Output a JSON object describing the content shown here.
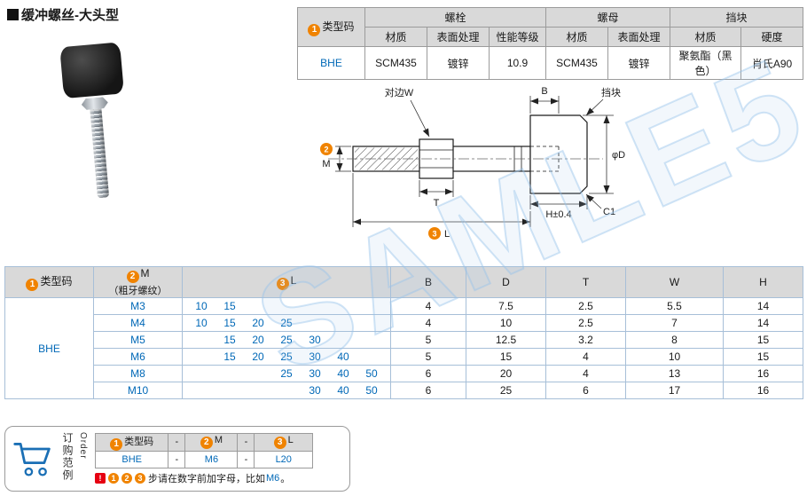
{
  "page": {
    "title": "缓冲螺丝-大头型",
    "watermark": "SAMLE5"
  },
  "spec_table": {
    "type_code_header": {
      "num": "1",
      "label": "类型码"
    },
    "groups": [
      {
        "label": "螺栓"
      },
      {
        "label": "螺母"
      },
      {
        "label": "挡块"
      }
    ],
    "subheaders": [
      "材质",
      "表面处理",
      "性能等级",
      "材质",
      "表面处理",
      "材质",
      "硬度"
    ],
    "row": {
      "type_code": "BHE",
      "values": [
        "SCM435",
        "镀锌",
        "10.9",
        "SCM435",
        "镀锌",
        "聚氨酯（黑色）",
        "肖氏A90"
      ]
    }
  },
  "drawing": {
    "labels": {
      "w": "对边W",
      "b": "B",
      "block": "挡块",
      "d": "φD",
      "t": "T",
      "l": "L",
      "h": "H±0.4",
      "c1": "C1",
      "m": "M"
    },
    "nums": {
      "m": "2",
      "l": "3"
    }
  },
  "dim_table": {
    "headers": {
      "type": {
        "num": "1",
        "label": "类型码"
      },
      "m": {
        "num": "2",
        "label": "M",
        "sub": "（粗牙螺纹）"
      },
      "l": {
        "num": "3",
        "label": "L"
      },
      "b": "B",
      "d": "D",
      "t": "T",
      "w": "W",
      "h": "H"
    },
    "type_code": "BHE",
    "rows": [
      {
        "m": "M3",
        "l": [
          "10",
          "15",
          "",
          "",
          "",
          "",
          ""
        ],
        "b": "4",
        "d": "7.5",
        "t": "2.5",
        "w": "5.5",
        "h": "14"
      },
      {
        "m": "M4",
        "l": [
          "10",
          "15",
          "20",
          "25",
          "",
          "",
          ""
        ],
        "b": "4",
        "d": "10",
        "t": "2.5",
        "w": "7",
        "h": "14"
      },
      {
        "m": "M5",
        "l": [
          "",
          "15",
          "20",
          "25",
          "30",
          "",
          ""
        ],
        "b": "5",
        "d": "12.5",
        "t": "3.2",
        "w": "8",
        "h": "15"
      },
      {
        "m": "M6",
        "l": [
          "",
          "15",
          "20",
          "25",
          "30",
          "40",
          ""
        ],
        "b": "5",
        "d": "15",
        "t": "4",
        "w": "10",
        "h": "15"
      },
      {
        "m": "M8",
        "l": [
          "",
          "",
          "",
          "25",
          "30",
          "40",
          "50"
        ],
        "b": "6",
        "d": "20",
        "t": "4",
        "w": "13",
        "h": "16"
      },
      {
        "m": "M10",
        "l": [
          "",
          "",
          "",
          "",
          "30",
          "40",
          "50"
        ],
        "b": "6",
        "d": "25",
        "t": "6",
        "w": "17",
        "h": "16"
      }
    ]
  },
  "order": {
    "title_cn": "订购范例",
    "title_en": "Order",
    "header": [
      {
        "num": "1",
        "label": "类型码"
      },
      {
        "num": "2",
        "label": "M"
      },
      {
        "num": "3",
        "label": "L"
      }
    ],
    "dash": "-",
    "values": [
      "BHE",
      "M6",
      "L20"
    ],
    "note": {
      "warn": "!",
      "nums": [
        "1",
        "2",
        "3"
      ],
      "text": "步请在数字前加字母，比如",
      "example": "M6",
      "suffix": "。"
    }
  }
}
